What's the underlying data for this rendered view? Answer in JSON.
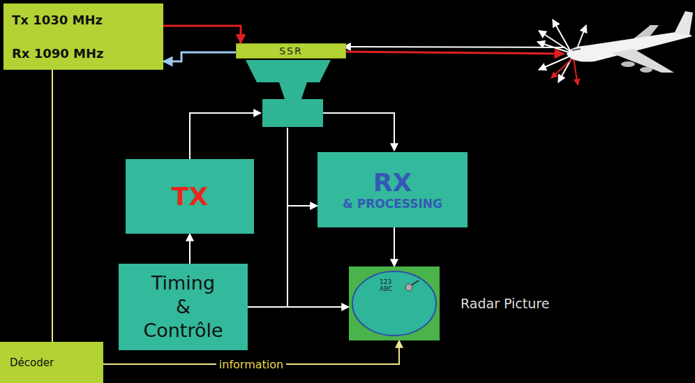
{
  "diagram": {
    "nodes": [
      {
        "text": [
          "Tx 1030 MHz",
          "Rx 1090 MHz"
        ]
      },
      {
        "text": [
          "SSR"
        ]
      },
      {
        "text": [
          "TX"
        ]
      },
      {
        "text": [
          "RX",
          "& PROCESSING"
        ]
      },
      {
        "text": [
          "Timing & Contrôle"
        ]
      },
      {
        "text": [
          "123 ABC",
          "Radar Picture"
        ]
      },
      {
        "text": [
          "Décoder"
        ]
      }
    ],
    "edges": [
      {
        "from": 0,
        "to": 1,
        "arrow": "to"
      },
      {
        "from": 1,
        "to": 0,
        "arrow": "to"
      },
      {
        "from": 0,
        "to": 6,
        "arrow": "none"
      },
      {
        "from": 4,
        "to": 2,
        "arrow": "to"
      },
      {
        "from": 4,
        "to": 3,
        "arrow": "to"
      },
      {
        "from": 4,
        "to": 5,
        "arrow": "to"
      },
      {
        "from": 3,
        "to": 5,
        "arrow": "to"
      },
      {
        "from": 6,
        "to": 5,
        "label": "information",
        "arrow": "to"
      }
    ]
  }
}
